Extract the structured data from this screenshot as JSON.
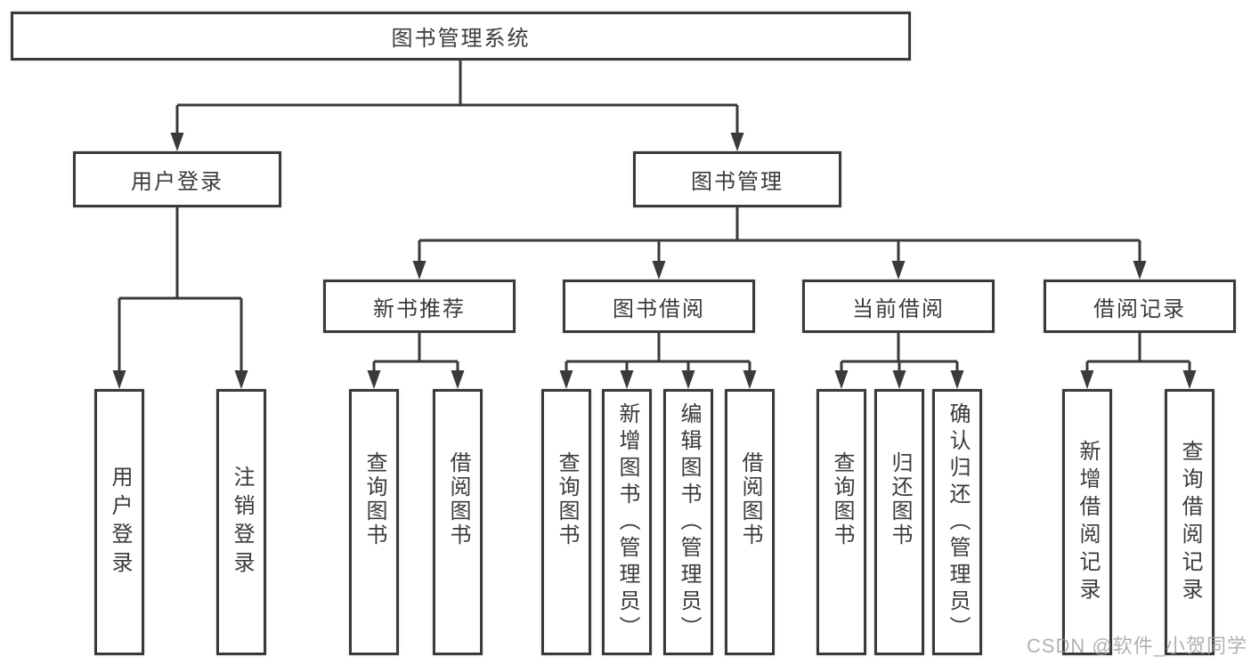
{
  "tree": {
    "root": {
      "label": "图书管理系统"
    },
    "branches": [
      {
        "label": "用户登录",
        "children": [
          {
            "label": "用户登录"
          },
          {
            "label": "注销登录"
          }
        ]
      },
      {
        "label": "图书管理",
        "children": [
          {
            "label": "新书推荐",
            "children": [
              {
                "label": "查询图书"
              },
              {
                "label": "借阅图书"
              }
            ]
          },
          {
            "label": "图书借阅",
            "children": [
              {
                "label": "查询图书"
              },
              {
                "label": "新增图书（管理员）"
              },
              {
                "label": "编辑图书（管理员）"
              },
              {
                "label": "借阅图书"
              }
            ]
          },
          {
            "label": "当前借阅",
            "children": [
              {
                "label": "查询图书"
              },
              {
                "label": "归还图书"
              },
              {
                "label": "确认归还（管理员）"
              }
            ]
          },
          {
            "label": "借阅记录",
            "children": [
              {
                "label": "新增借阅记录"
              },
              {
                "label": "查询借阅记录"
              }
            ]
          }
        ]
      }
    ]
  },
  "watermark": "CSDN @软件_小贺同学",
  "colors": {
    "line": "#3a3a3a",
    "text": "#3b3b3b",
    "background": "#ffffff",
    "watermark": "#9e9e9e"
  }
}
